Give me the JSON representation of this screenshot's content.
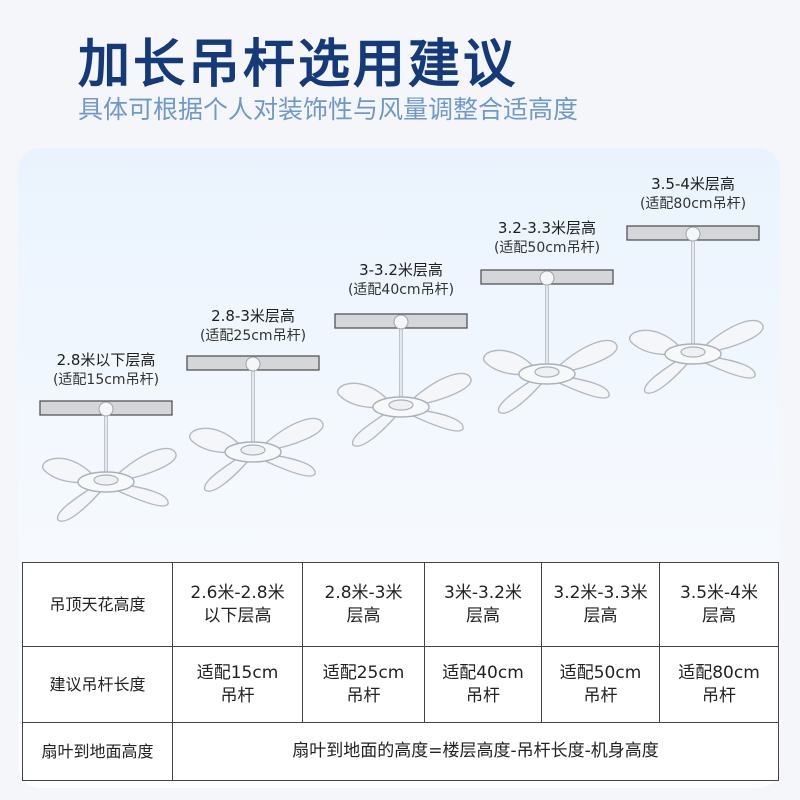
{
  "header": {
    "title": "加长吊杆选用建议",
    "subtitle": "具体可根据个人对装饰性与风量调整合适高度"
  },
  "fans": [
    {
      "height_label": "2.8米以下层高",
      "rod_label": "(适配15cm吊杆)",
      "rod_cm": 15
    },
    {
      "height_label": "2.8-3米层高",
      "rod_label": "(适配25cm吊杆)",
      "rod_cm": 25
    },
    {
      "height_label": "3-3.2米层高",
      "rod_label": "(适配40cm吊杆)",
      "rod_cm": 40
    },
    {
      "height_label": "3.2-3.3米层高",
      "rod_label": "(适配50cm吊杆)",
      "rod_cm": 50
    },
    {
      "height_label": "3.5-4米层高",
      "rod_label": "(适配80cm吊杆)",
      "rod_cm": 80
    }
  ],
  "table": {
    "row1": {
      "header": "吊顶天花高度",
      "cells": [
        "2.6米-2.8米\n以下层高",
        "2.8米-3米\n层高",
        "3米-3.2米\n层高",
        "3.2米-3.3米\n层高",
        "3.5米-4米\n层高"
      ]
    },
    "row2": {
      "header": "建议吊杆长度",
      "cells": [
        "适配15cm\n吊杆",
        "适配25cm\n吊杆",
        "适配40cm\n吊杆",
        "适配50cm\n吊杆",
        "适配80cm\n吊杆"
      ]
    },
    "row3": {
      "header": "扇叶到地面高度",
      "formula": "扇叶到地面的高度=楼层高度-吊杆长度-机身高度"
    }
  },
  "colors": {
    "title": "#143a7a",
    "subtitle": "#6f98cc",
    "ceiling_bar": "#d4d6da",
    "border": "#444444"
  }
}
